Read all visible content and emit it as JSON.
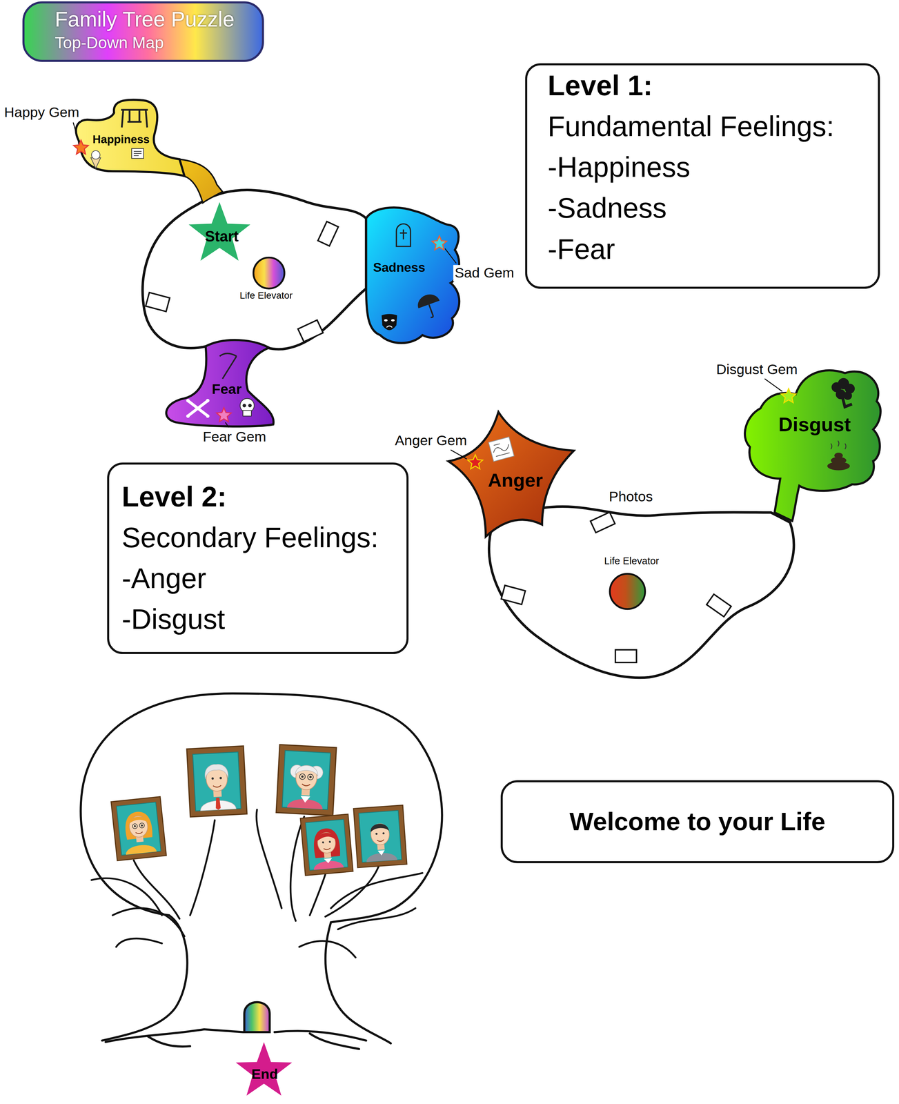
{
  "diagram": {
    "nodes": [
      {
        "text": [
          "Family Tree Puzzle",
          "Top-Down Map"
        ]
      },
      {
        "text": [
          "Happiness"
        ]
      },
      {
        "text": [
          "Level 1:",
          "Fundamental Feelings:",
          "-Happiness",
          "-Sadness",
          "-Fear"
        ]
      },
      {
        "text": [
          "Start"
        ]
      },
      {
        "text": [
          "Life Elevator"
        ]
      },
      {
        "text": [
          "Sadness"
        ]
      },
      {
        "text": [
          "Fear"
        ]
      },
      {
        "text": [
          "Disgust"
        ]
      },
      {
        "text": [
          "Anger"
        ]
      },
      {
        "text": [
          "Level 2:",
          "Secondary Feelings:",
          "-Anger",
          "-Disgust"
        ]
      },
      {
        "text": [
          "Life Elevator"
        ]
      },
      {
        "text": [
          "Welcome to your Life"
        ]
      },
      {
        "text": [
          "End"
        ]
      }
    ],
    "labels": [
      "Happy Gem",
      "Sad Gem",
      "Disgust Gem",
      "Fear Gem",
      "Anger Gem",
      "Photos"
    ]
  }
}
